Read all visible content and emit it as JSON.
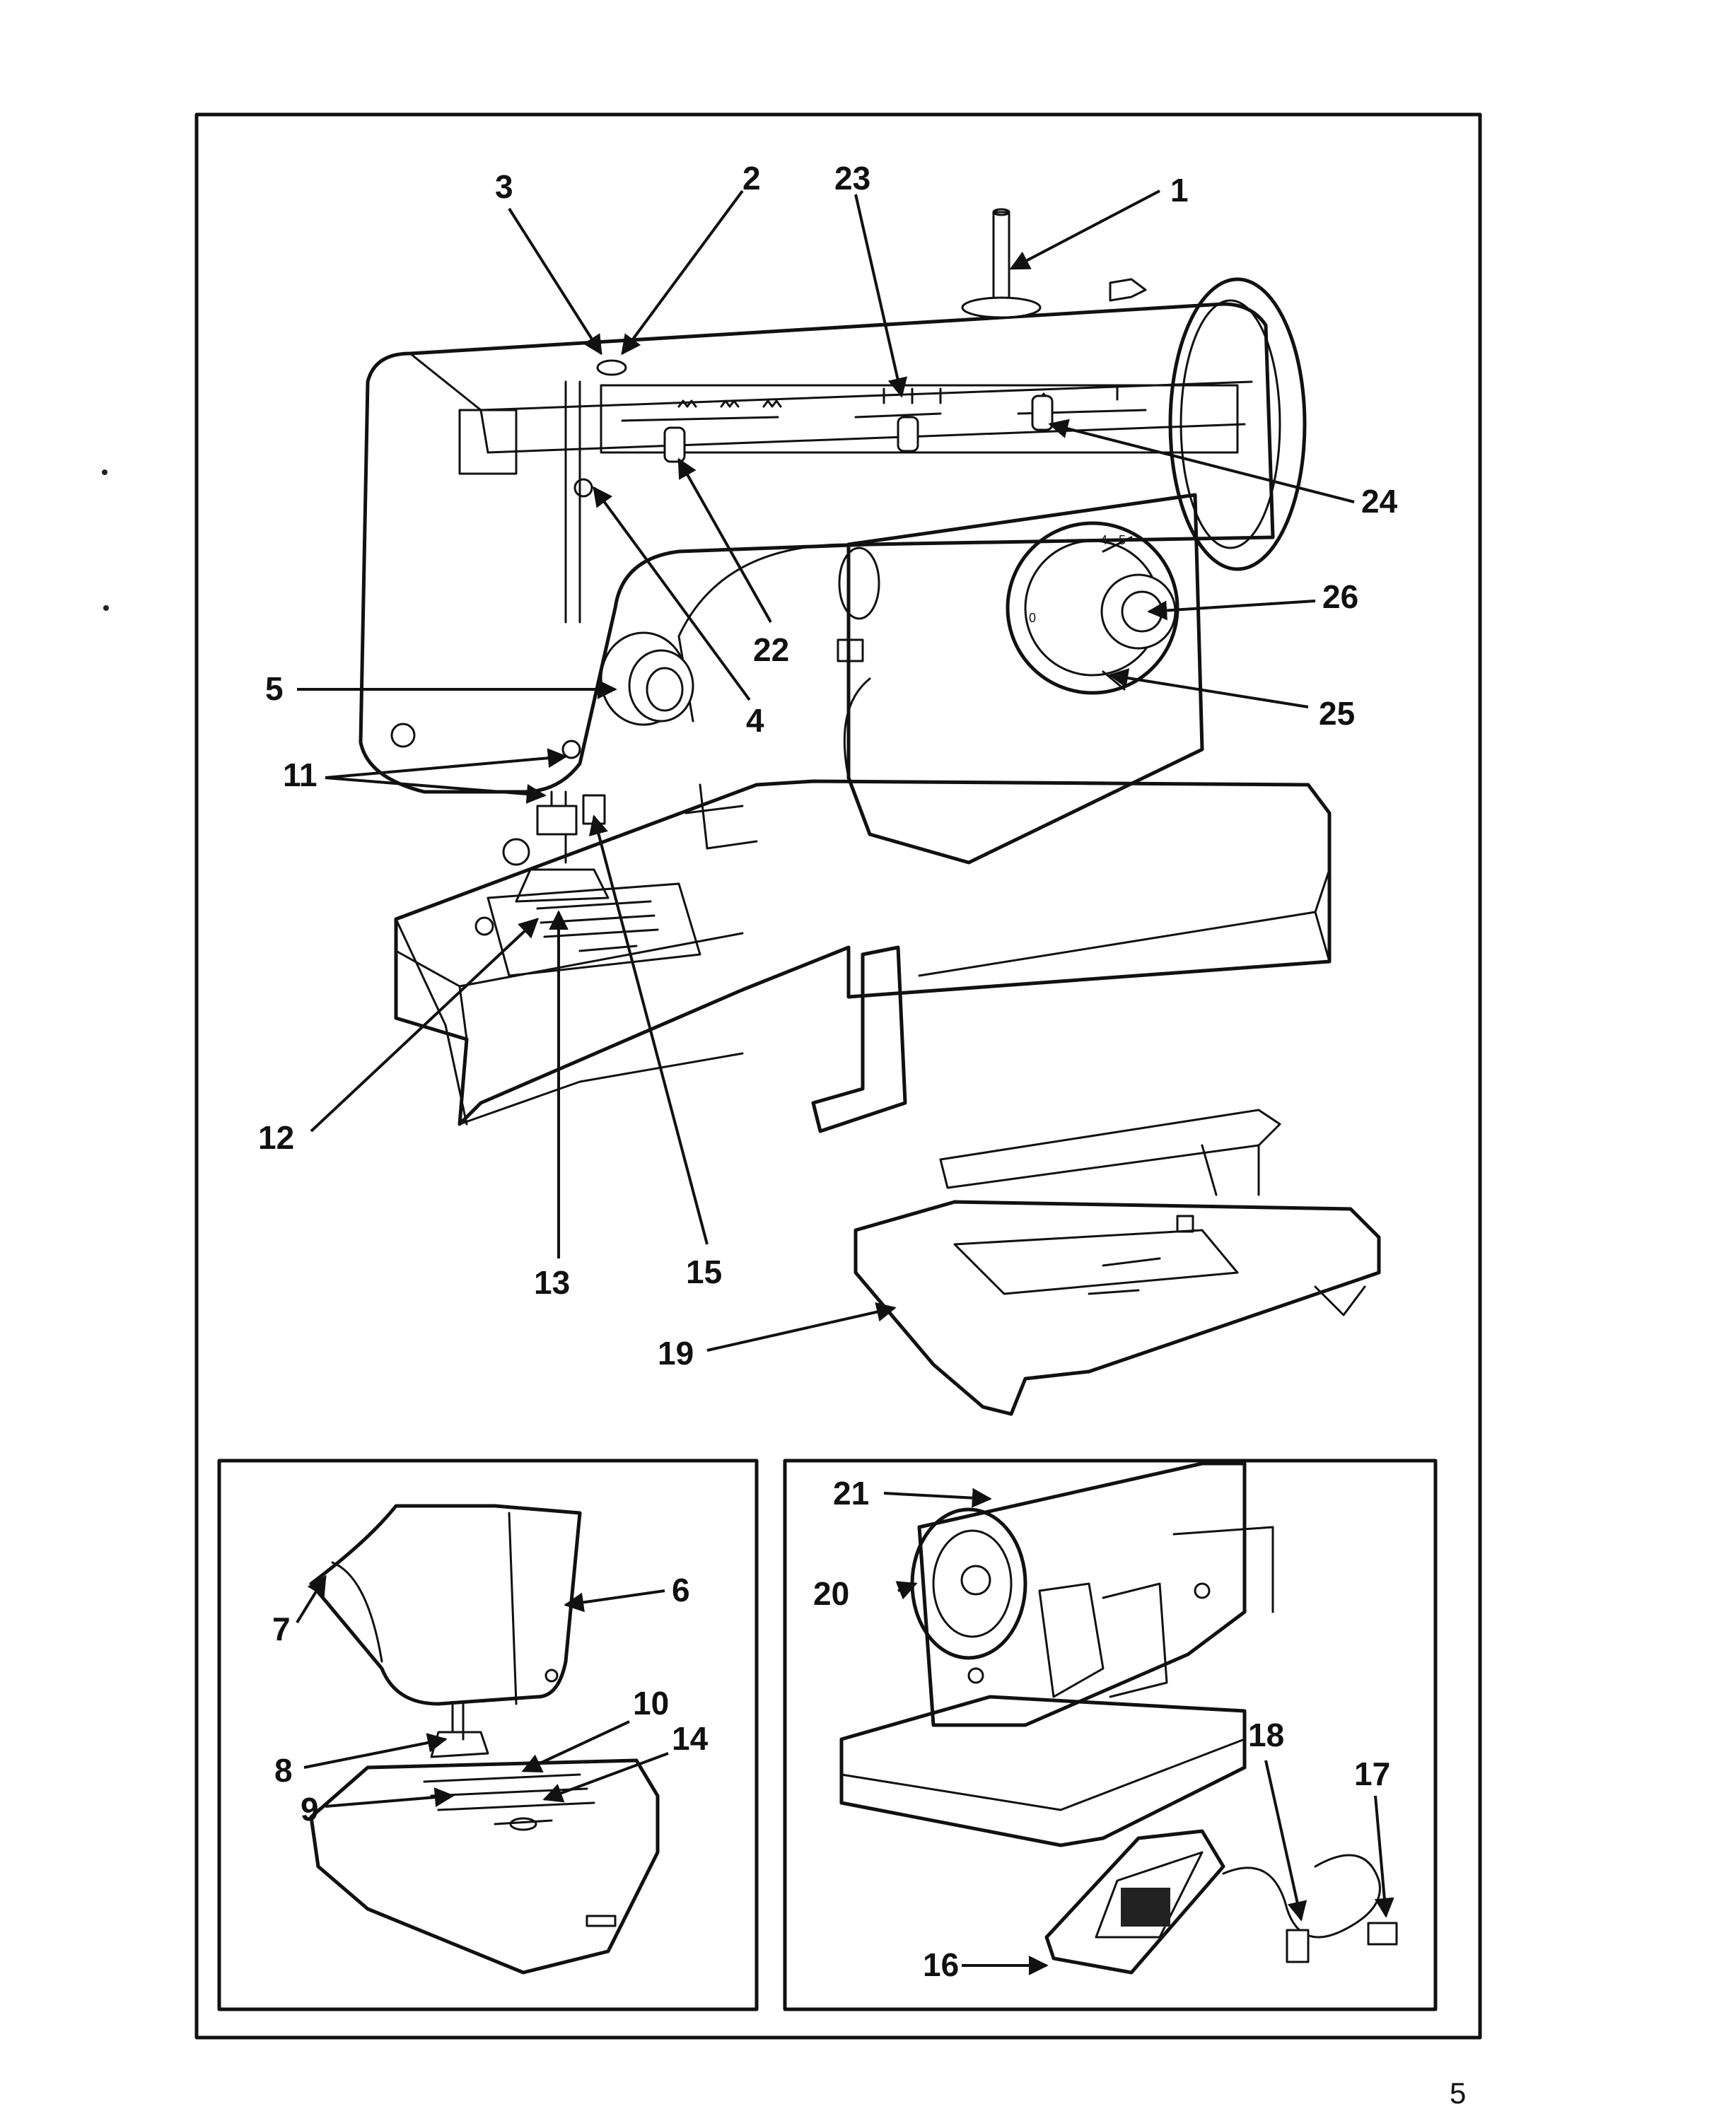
{
  "page_number": "5",
  "callouts_main": [
    "1",
    "2",
    "3",
    "4",
    "5",
    "11",
    "12",
    "13",
    "15",
    "19",
    "22",
    "23",
    "24",
    "25",
    "26"
  ],
  "callouts_left_inset": [
    "6",
    "7",
    "8",
    "9",
    "10",
    "14"
  ],
  "callouts_right_inset": [
    "16",
    "17",
    "18",
    "20",
    "21"
  ],
  "colors": {
    "ink": "#111111",
    "paper": "#ffffff"
  }
}
